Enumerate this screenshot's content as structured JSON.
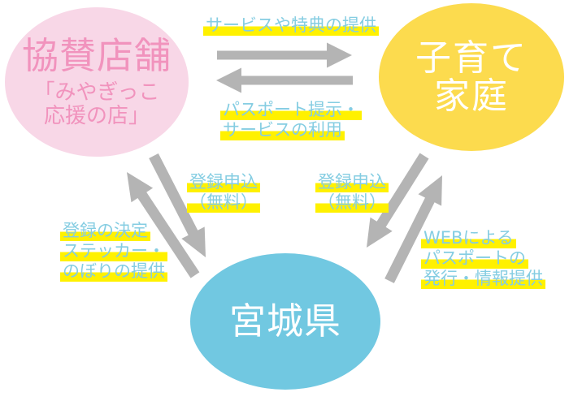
{
  "diagram": {
    "nodes": {
      "store": {
        "title": "協賛店舗",
        "subtitle_line1": "「みやぎっこ",
        "subtitle_line2": "応援の店」"
      },
      "family": {
        "line1": "子育て",
        "line2": "家庭"
      },
      "miyagi": {
        "label": "宮城県"
      }
    },
    "edges": {
      "store_to_family": {
        "line1": "サービスや特典の提供"
      },
      "family_to_store": {
        "line1": "パスポート提示・",
        "line2": "サービスの利用"
      },
      "store_to_miyagi": {
        "line1": "登録申込",
        "line2": "（無料）"
      },
      "miyagi_to_store": {
        "line1": "登録の決定",
        "line2": "ステッカー・",
        "line3": "のぼりの提供"
      },
      "family_to_miyagi": {
        "line1": "登録申込",
        "line2": "（無料）"
      },
      "miyagi_to_family": {
        "line1": "WEBによる",
        "line2": "パスポートの",
        "line3": "発行・情報提供"
      }
    },
    "colors": {
      "store_fill": "#f8d7e7",
      "store_text": "#f193bd",
      "family_fill": "#fcdb4e",
      "miyagi_fill": "#71c8e1",
      "node_text": "#ffffff",
      "arrow": "#b4b4b4",
      "label_text": "#85cde2",
      "highlight": "#fff100"
    }
  }
}
